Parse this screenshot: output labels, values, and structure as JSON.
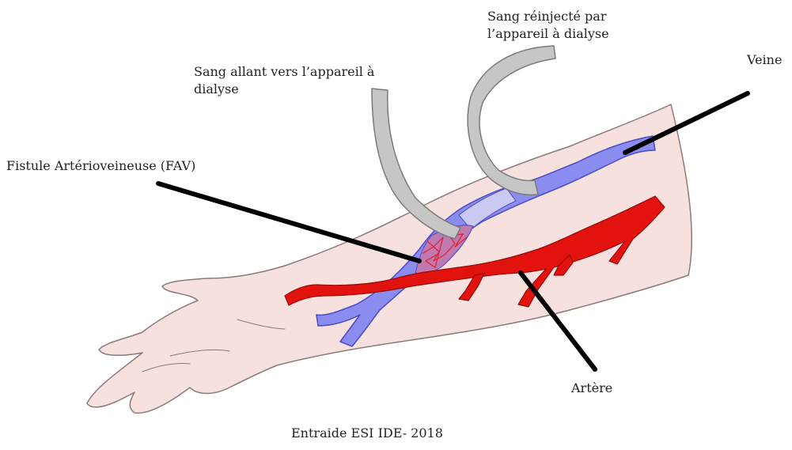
{
  "labels": {
    "reinjected_line1": "Sang réinjecté par",
    "reinjected_line2": "l’appareil à dialyse",
    "to_machine_line1": "Sang allant vers l’appareil à",
    "to_machine_line2": "dialyse",
    "vein": "Veine",
    "fistula": "Fistule Artérioveineuse (FAV)",
    "artery": "Artère"
  },
  "credit": "Entraide ESI IDE- 2018",
  "colors": {
    "skin": "#f6e1de",
    "skin_outline": "#8a7a78",
    "vein": "#8b8cf0",
    "vein_outline": "#4a4cc8",
    "vein_light": "#c9c9f2",
    "artery": "#e2130f",
    "artery_outline": "#9a0a0a",
    "fistula": "#c07ab0",
    "fistula_mesh": "#e0202e",
    "tube": "#c6c6c6",
    "tube_outline": "#7a7a7a",
    "pointer": "#000000"
  }
}
